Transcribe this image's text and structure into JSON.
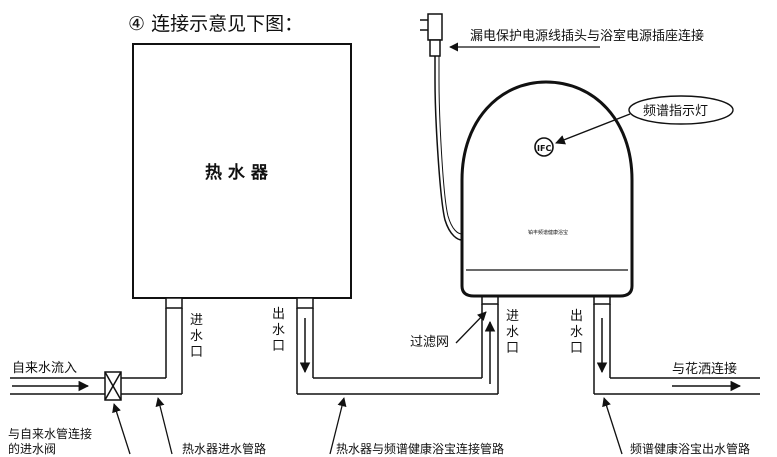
{
  "title": "④ 连接示意见下图：",
  "heater_label": "热 水 器",
  "plug_label": "漏电保护电源线插头与浴室电源插座连接",
  "indicator_label": "频谱指示灯",
  "indicator_badge": "IFC",
  "device_text": "铂丰频谱健康浴宝",
  "heater_in_label": [
    "进",
    "水",
    "口"
  ],
  "heater_out_label": [
    "出",
    "水",
    "口"
  ],
  "device_in_label": [
    "进",
    "水",
    "口"
  ],
  "device_out_label": [
    "出",
    "水",
    "口"
  ],
  "filter_label": "过滤网",
  "tap_in_label": "自来水流入",
  "shower_label": "与花洒连接",
  "valve_label_line1": "与自来水管连接",
  "valve_label_line2": "的进水阀",
  "heater_pipe_label": "热水器进水管路",
  "connect_pipe_label": "热水器与频谱健康浴宝连接管路",
  "device_out_pipe_label": "频谱健康浴宝出水管路"
}
